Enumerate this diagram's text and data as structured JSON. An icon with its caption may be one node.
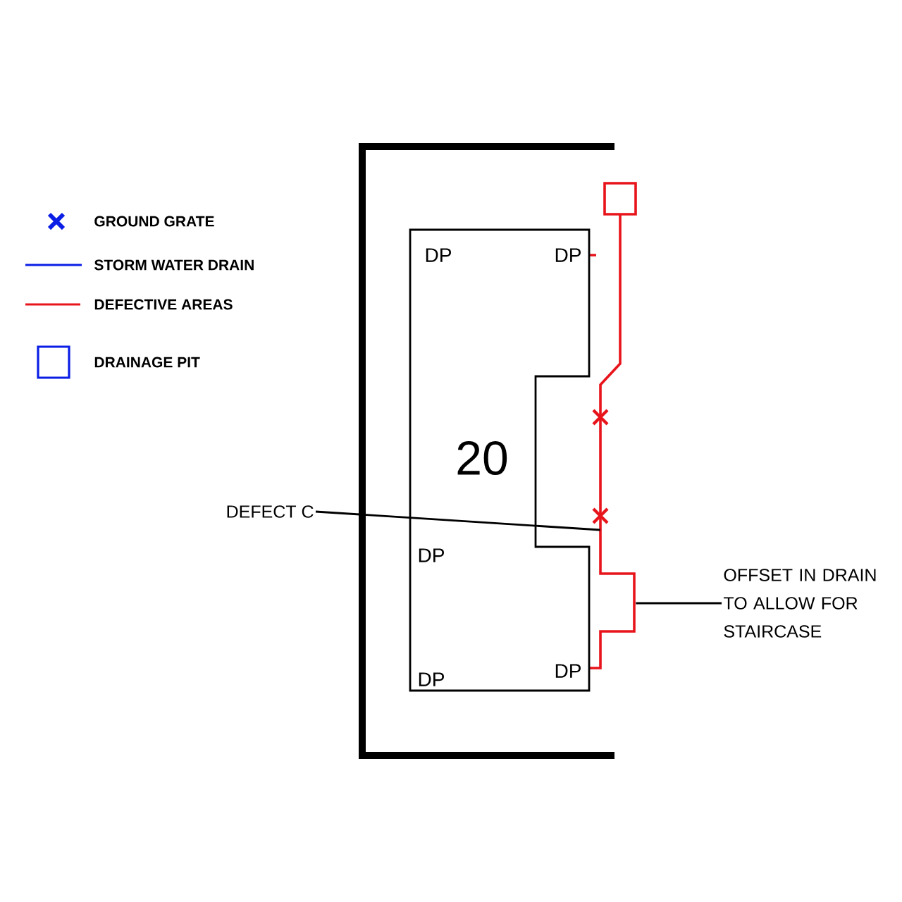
{
  "diagram": {
    "nodes": [
      {
        "text": [
          "20"
        ]
      },
      {
        "text": [
          "DEFECT C"
        ]
      },
      {
        "text": [
          "OFFSET IN DRAIN TO ALLOW FOR STAIRCASE"
        ]
      },
      {
        "text": [],
        "shape": "picture"
      }
    ],
    "edges": [
      {
        "from": 1,
        "to": 3,
        "arrow": "none"
      },
      {
        "from": 2,
        "to": 3,
        "arrow": "none"
      }
    ],
    "labels": [
      "DP",
      "DP",
      "DP",
      "DP",
      "DP"
    ],
    "legend": [
      {
        "text": "GROUND GRATE"
      },
      {
        "text": "STORM WATER DRAIN"
      },
      {
        "text": "DEFECTIVE AREAS"
      },
      {
        "text": "DRAINAGE PIT"
      }
    ]
  }
}
